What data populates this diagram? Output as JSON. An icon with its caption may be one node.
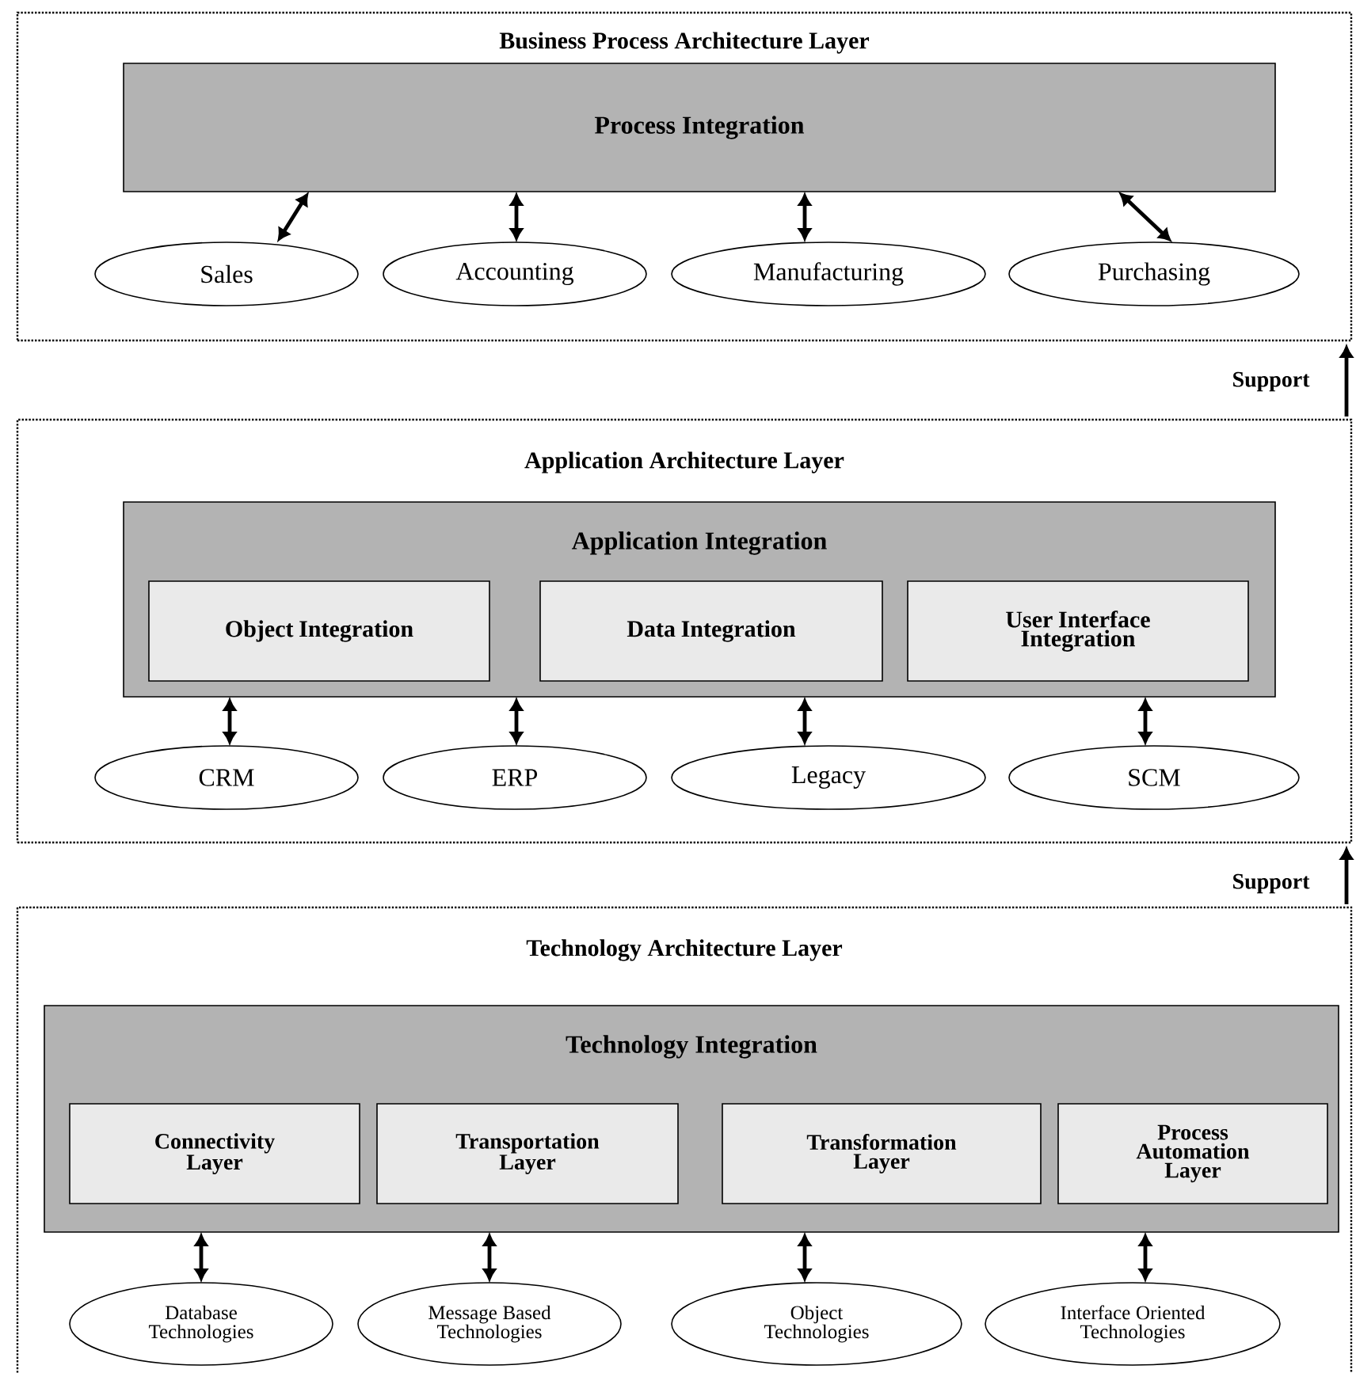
{
  "diagram": {
    "nodes": [
      {
        "text": [
          "Business Process Architecture Layer"
        ]
      },
      {
        "text": [
          "Process Integration"
        ],
        "in": 0
      },
      {
        "text": [
          "Sales"
        ],
        "in": 0
      },
      {
        "text": [
          "Accounting"
        ],
        "in": 0
      },
      {
        "text": [
          "Manufacturing"
        ],
        "in": 0
      },
      {
        "text": [
          "Purchasing"
        ],
        "in": 0
      },
      {
        "text": [
          "Application Architecture Layer"
        ]
      },
      {
        "text": [
          "Application Integration"
        ],
        "in": 6
      },
      {
        "text": [
          "Object Integration"
        ],
        "in": 7
      },
      {
        "text": [
          "Data Integration"
        ],
        "in": 7
      },
      {
        "text": [
          "User Interface Integration"
        ],
        "in": 7
      },
      {
        "text": [
          "CRM"
        ],
        "in": 6
      },
      {
        "text": [
          "ERP"
        ],
        "in": 6
      },
      {
        "text": [
          "Legacy"
        ],
        "in": 6
      },
      {
        "text": [
          "SCM"
        ],
        "in": 6
      },
      {
        "text": [
          "Technology Architecture Layer"
        ]
      },
      {
        "text": [
          "Technology Integration"
        ],
        "in": 15
      },
      {
        "text": [
          "Connectivity Layer"
        ],
        "in": 16
      },
      {
        "text": [
          "Transportation Layer"
        ],
        "in": 16
      },
      {
        "text": [
          "Transformation Layer"
        ],
        "in": 16
      },
      {
        "text": [
          "Process Automation Layer"
        ],
        "in": 16
      },
      {
        "text": [
          "Database Technologies"
        ],
        "in": 15
      },
      {
        "text": [
          "Message Based Technologies"
        ],
        "in": 15
      },
      {
        "text": [
          "Object Technologies"
        ],
        "in": 15
      },
      {
        "text": [
          "Interface Oriented Technologies"
        ],
        "in": 15
      }
    ],
    "edges": [
      {
        "from": 1,
        "to": 2,
        "arrow": "both"
      },
      {
        "from": 1,
        "to": 3,
        "arrow": "both"
      },
      {
        "from": 1,
        "to": 4,
        "arrow": "both"
      },
      {
        "from": 1,
        "to": 5,
        "arrow": "both"
      },
      {
        "from": 7,
        "to": 11,
        "arrow": "both"
      },
      {
        "from": 7,
        "to": 12,
        "arrow": "both"
      },
      {
        "from": 7,
        "to": 13,
        "arrow": "both"
      },
      {
        "from": 7,
        "to": 14,
        "arrow": "both"
      },
      {
        "from": 16,
        "to": 21,
        "arrow": "both"
      },
      {
        "from": 16,
        "to": 22,
        "arrow": "both"
      },
      {
        "from": 16,
        "to": 23,
        "arrow": "both"
      },
      {
        "from": 16,
        "to": 24,
        "arrow": "both"
      },
      {
        "from": 6,
        "to": 0,
        "arrow": "to",
        "label": "Support"
      },
      {
        "from": 15,
        "to": 6,
        "arrow": "to",
        "label": "Support"
      }
    ]
  }
}
